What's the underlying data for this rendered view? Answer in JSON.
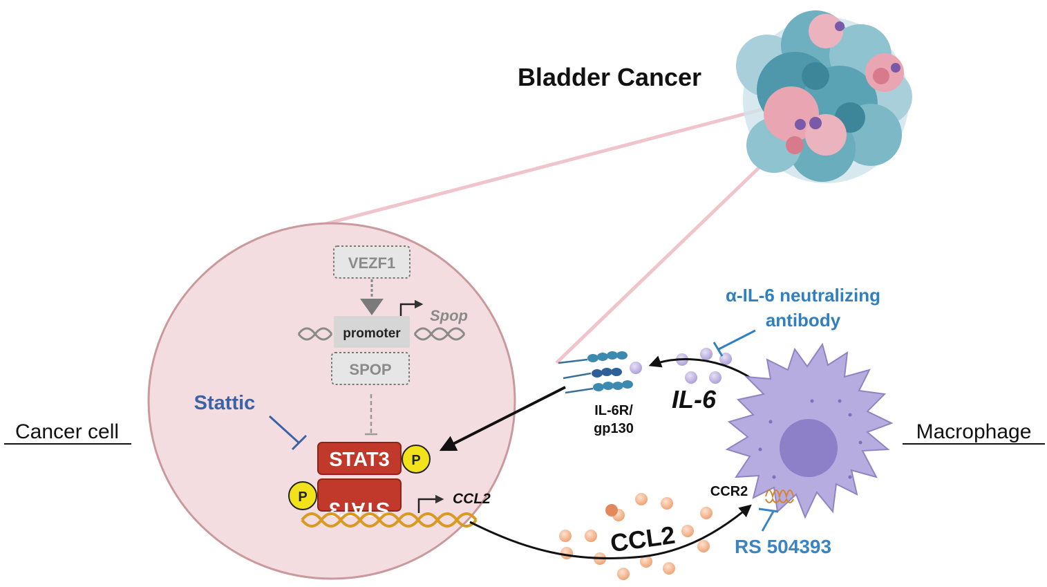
{
  "title": "Bladder Cancer",
  "labels": {
    "cancer_cell": "Cancer cell",
    "macrophage": "Macrophage"
  },
  "nodes": {
    "vezf1": "VEZF1",
    "promoter": "promoter",
    "spop_gene": "Spop",
    "spop_protein": "SPOP",
    "stat3_top": "STAT3",
    "stat3_bottom": "STAT3",
    "phospho": "P",
    "ccl2_gene": "CCL2",
    "receptor": [
      "IL-6R/",
      "gp130"
    ],
    "il6": "IL-6",
    "ccl2_secreted": "CCL2",
    "ccr2": "CCR2"
  },
  "inhibitors": {
    "stattic": "Stattic",
    "antibody": [
      "α-IL-6 neutralizing",
      "antibody"
    ],
    "rs": "RS 504393"
  },
  "colors": {
    "cell_fill": "#f4dde0",
    "cell_stroke": "#c9999d",
    "stat3": "#c0392b",
    "phospho": "#f2e21b",
    "inhibitor_blue": "#3a62a8",
    "antibody_blue": "#2f7fc1",
    "il6_particle": "#b9aedb",
    "ccl2_particle": "#f3b48f",
    "macrophage": "#b7ace0",
    "dna_gold": "#d89a22",
    "tumor_teal": "#5aa3b4",
    "tumor_pink": "#e9a6b2"
  }
}
